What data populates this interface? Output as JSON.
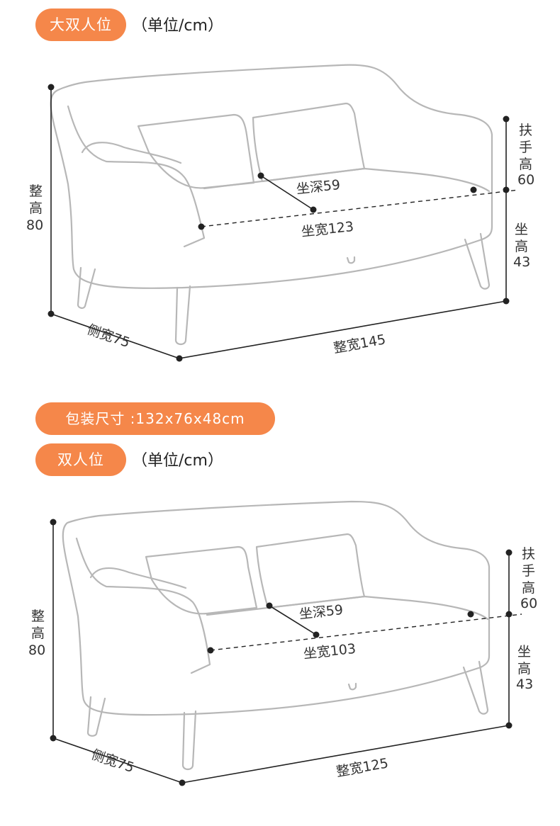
{
  "section1": {
    "title": "大双人位",
    "unit": "（单位/cm）",
    "labels": {
      "total_height_1": "整",
      "total_height_2": "高",
      "total_height_3": "80",
      "arm_height_1": "扶",
      "arm_height_2": "手",
      "arm_height_3": "高",
      "arm_height_4": "60",
      "seat_height_1": "坐",
      "seat_height_2": "高",
      "seat_height_3": "43",
      "seat_depth": "坐深59",
      "seat_width": "坐宽123",
      "side_width": "侧宽75",
      "total_width": "整宽145"
    }
  },
  "package": {
    "label": "包装尺寸 :132x76x48cm"
  },
  "section2": {
    "title": "双人位",
    "unit": "（单位/cm）",
    "labels": {
      "total_height_1": "整",
      "total_height_2": "高",
      "total_height_3": "80",
      "arm_height_1": "扶",
      "arm_height_2": "手",
      "arm_height_3": "高",
      "arm_height_4": "60",
      "seat_height_1": "坐",
      "seat_height_2": "高",
      "seat_height_3": "43",
      "seat_depth": "坐深59",
      "seat_width": "坐宽103",
      "side_width": "侧宽75",
      "total_width": "整宽125"
    }
  },
  "colors": {
    "accent": "#f5874a",
    "outline": "#b7b7b7",
    "dimension": "#222222"
  }
}
